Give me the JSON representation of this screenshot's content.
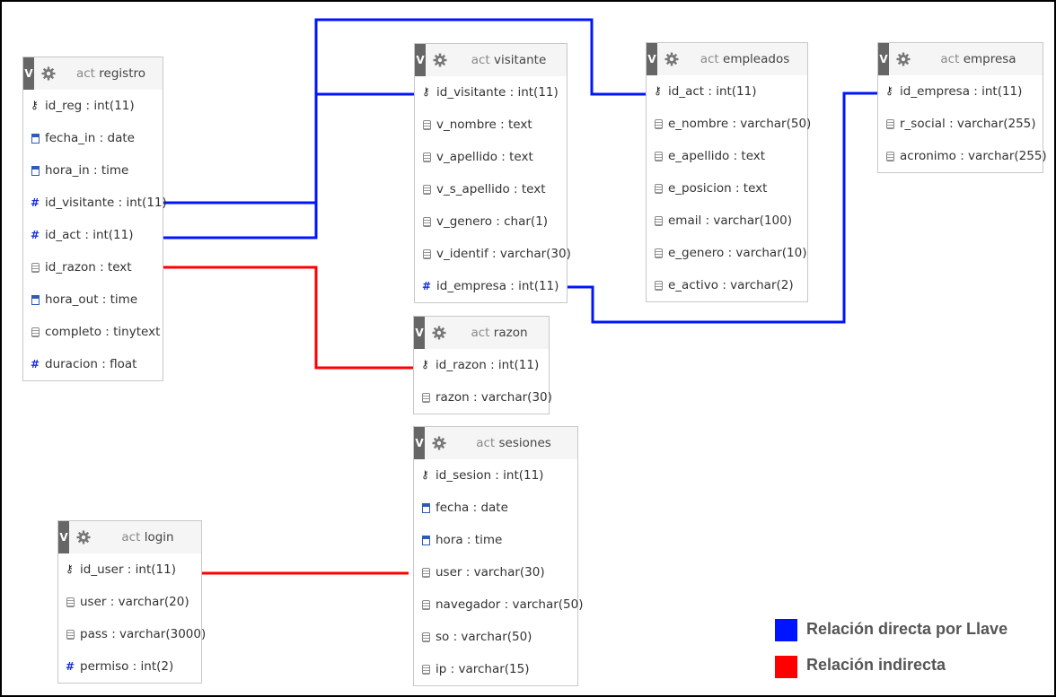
{
  "tables": {
    "registro": {
      "db": "act",
      "name": "registro",
      "fields": [
        {
          "icon": "key-icon",
          "text": "id_reg : int(11)"
        },
        {
          "icon": "date-icon",
          "text": "fecha_in : date"
        },
        {
          "icon": "date-icon",
          "text": "hora_in : time"
        },
        {
          "icon": "number-icon",
          "text": "id_visitante : int(11)"
        },
        {
          "icon": "number-icon",
          "text": "id_act : int(11)"
        },
        {
          "icon": "text-icon",
          "text": "id_razon : text"
        },
        {
          "icon": "date-icon",
          "text": "hora_out : time"
        },
        {
          "icon": "text-icon",
          "text": "completo : tinytext"
        },
        {
          "icon": "number-icon",
          "text": "duracion : float"
        }
      ]
    },
    "visitante": {
      "db": "act",
      "name": "visitante",
      "fields": [
        {
          "icon": "key-icon",
          "text": "id_visitante : int(11)"
        },
        {
          "icon": "text-icon",
          "text": "v_nombre : text"
        },
        {
          "icon": "text-icon",
          "text": "v_apellido : text"
        },
        {
          "icon": "text-icon",
          "text": "v_s_apellido : text"
        },
        {
          "icon": "text-icon",
          "text": "v_genero : char(1)"
        },
        {
          "icon": "text-icon",
          "text": "v_identif : varchar(30)"
        },
        {
          "icon": "number-icon",
          "text": "id_empresa : int(11)"
        }
      ]
    },
    "empleados": {
      "db": "act",
      "name": "empleados",
      "fields": [
        {
          "icon": "key-icon",
          "text": "id_act : int(11)"
        },
        {
          "icon": "text-icon",
          "text": "e_nombre : varchar(50)"
        },
        {
          "icon": "text-icon",
          "text": "e_apellido : text"
        },
        {
          "icon": "text-icon",
          "text": "e_posicion : text"
        },
        {
          "icon": "text-icon",
          "text": "email : varchar(100)"
        },
        {
          "icon": "text-icon",
          "text": "e_genero : varchar(10)"
        },
        {
          "icon": "text-icon",
          "text": "e_activo : varchar(2)"
        }
      ]
    },
    "empresa": {
      "db": "act",
      "name": "empresa",
      "fields": [
        {
          "icon": "key-icon",
          "text": "id_empresa : int(11)"
        },
        {
          "icon": "text-icon",
          "text": "r_social : varchar(255)"
        },
        {
          "icon": "text-icon",
          "text": "acronimo : varchar(255)"
        }
      ]
    },
    "razon": {
      "db": "act",
      "name": "razon",
      "fields": [
        {
          "icon": "key-icon",
          "text": "id_razon : int(11)"
        },
        {
          "icon": "text-icon",
          "text": "razon : varchar(30)"
        }
      ]
    },
    "sesiones": {
      "db": "act",
      "name": "sesiones",
      "fields": [
        {
          "icon": "key-icon",
          "text": "id_sesion : int(11)"
        },
        {
          "icon": "date-icon",
          "text": "fecha : date"
        },
        {
          "icon": "date-icon",
          "text": "hora : time"
        },
        {
          "icon": "text-icon",
          "text": "user : varchar(30)"
        },
        {
          "icon": "text-icon",
          "text": "navegador : varchar(50)"
        },
        {
          "icon": "text-icon",
          "text": "so : varchar(50)"
        },
        {
          "icon": "text-icon",
          "text": "ip : varchar(15)"
        }
      ]
    },
    "login": {
      "db": "act",
      "name": "login",
      "fields": [
        {
          "icon": "key-icon",
          "text": "id_user : int(11)"
        },
        {
          "icon": "text-icon",
          "text": "user : varchar(20)"
        },
        {
          "icon": "text-icon",
          "text": "pass : varchar(3000)"
        },
        {
          "icon": "number-icon",
          "text": "permiso : int(2)"
        }
      ]
    }
  },
  "header_toggle": "V",
  "legend": {
    "direct": {
      "label": "Relación directa por Llave",
      "color": "#0015ff"
    },
    "indirect": {
      "label": "Relación indirecta",
      "color": "#ff0000"
    }
  },
  "colors": {
    "direct": "#0015ff",
    "indirect": "#ff0000"
  }
}
